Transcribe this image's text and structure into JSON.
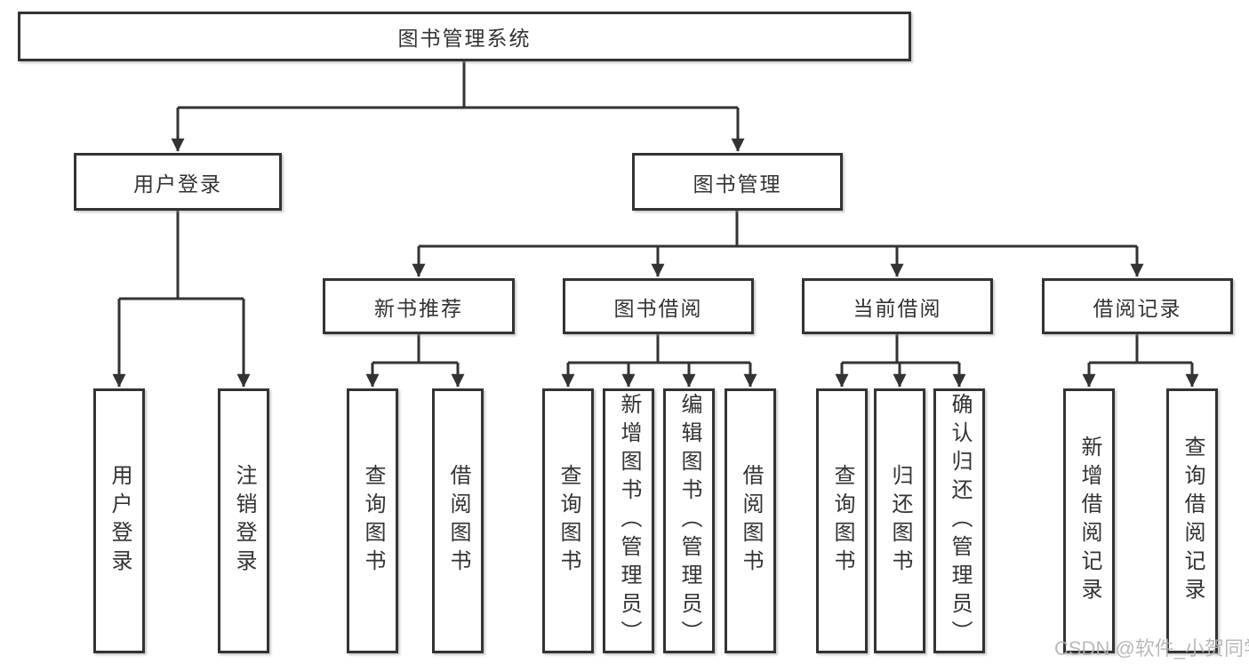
{
  "page": {
    "background": "#ffffff"
  },
  "colors": {
    "line": "#333333",
    "box_border": "#333333",
    "text": "#333333",
    "watermark": "#b2b2b2"
  },
  "tree": {
    "label": "图书管理系统",
    "children": [
      {
        "label": "用户登录",
        "children": [
          {
            "label": "用户登录"
          },
          {
            "label": "注销登录"
          }
        ]
      },
      {
        "label": "图书管理",
        "children": [
          {
            "label": "新书推荐",
            "children": [
              {
                "label": "查询图书"
              },
              {
                "label": "借阅图书"
              }
            ]
          },
          {
            "label": "图书借阅",
            "children": [
              {
                "label": "查询图书"
              },
              {
                "label": "新增图书（管理员）"
              },
              {
                "label": "编辑图书（管理员）"
              },
              {
                "label": "借阅图书"
              }
            ]
          },
          {
            "label": "当前借阅",
            "children": [
              {
                "label": "查询图书"
              },
              {
                "label": "归还图书"
              },
              {
                "label": "确认归还（管理员）"
              }
            ]
          },
          {
            "label": "借阅记录",
            "children": [
              {
                "label": "新增借阅记录"
              },
              {
                "label": "查询借阅记录"
              }
            ]
          }
        ]
      }
    ]
  },
  "watermark": {
    "text": "CSDN @软件_小贺同学"
  }
}
